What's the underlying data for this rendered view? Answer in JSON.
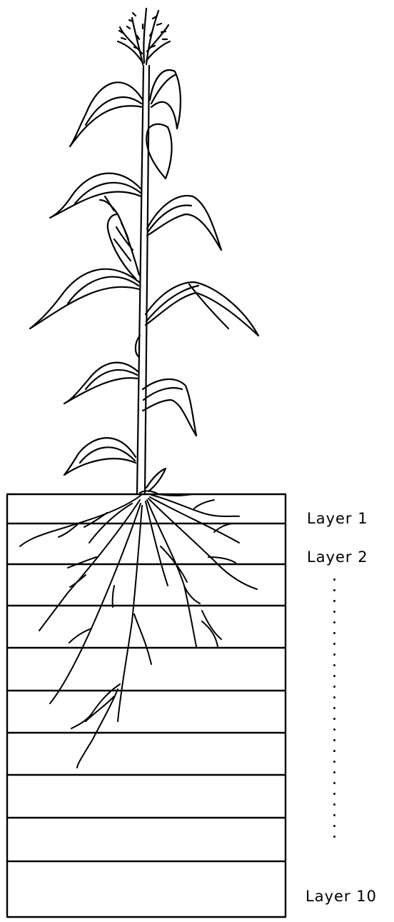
{
  "labels": {
    "layer_1": "Layer 1",
    "layer_2": "Layer 2",
    "layer_10": "Layer 10"
  },
  "diagram": {
    "soil_layer_count": 10,
    "subject": "plant-with-roots"
  }
}
